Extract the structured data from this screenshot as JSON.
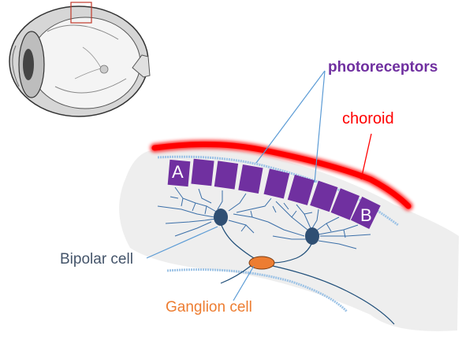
{
  "labels": {
    "photoreceptors": "photoreceptors",
    "choroid": "choroid",
    "bipolar": "Bipolar cell",
    "ganglion": "Ganglion cell",
    "cell_a": "A",
    "cell_b": "B"
  },
  "colors": {
    "photoreceptor": "#7030a0",
    "choroid": "#ff0000",
    "bipolar_text": "#44546a",
    "ganglion": "#ed7d31",
    "bipolar_cell": "#2f4f73",
    "neuron_line": "#3b6fa8",
    "leader_line": "#5b9bd5",
    "retina_bg": "#eeeeee"
  }
}
